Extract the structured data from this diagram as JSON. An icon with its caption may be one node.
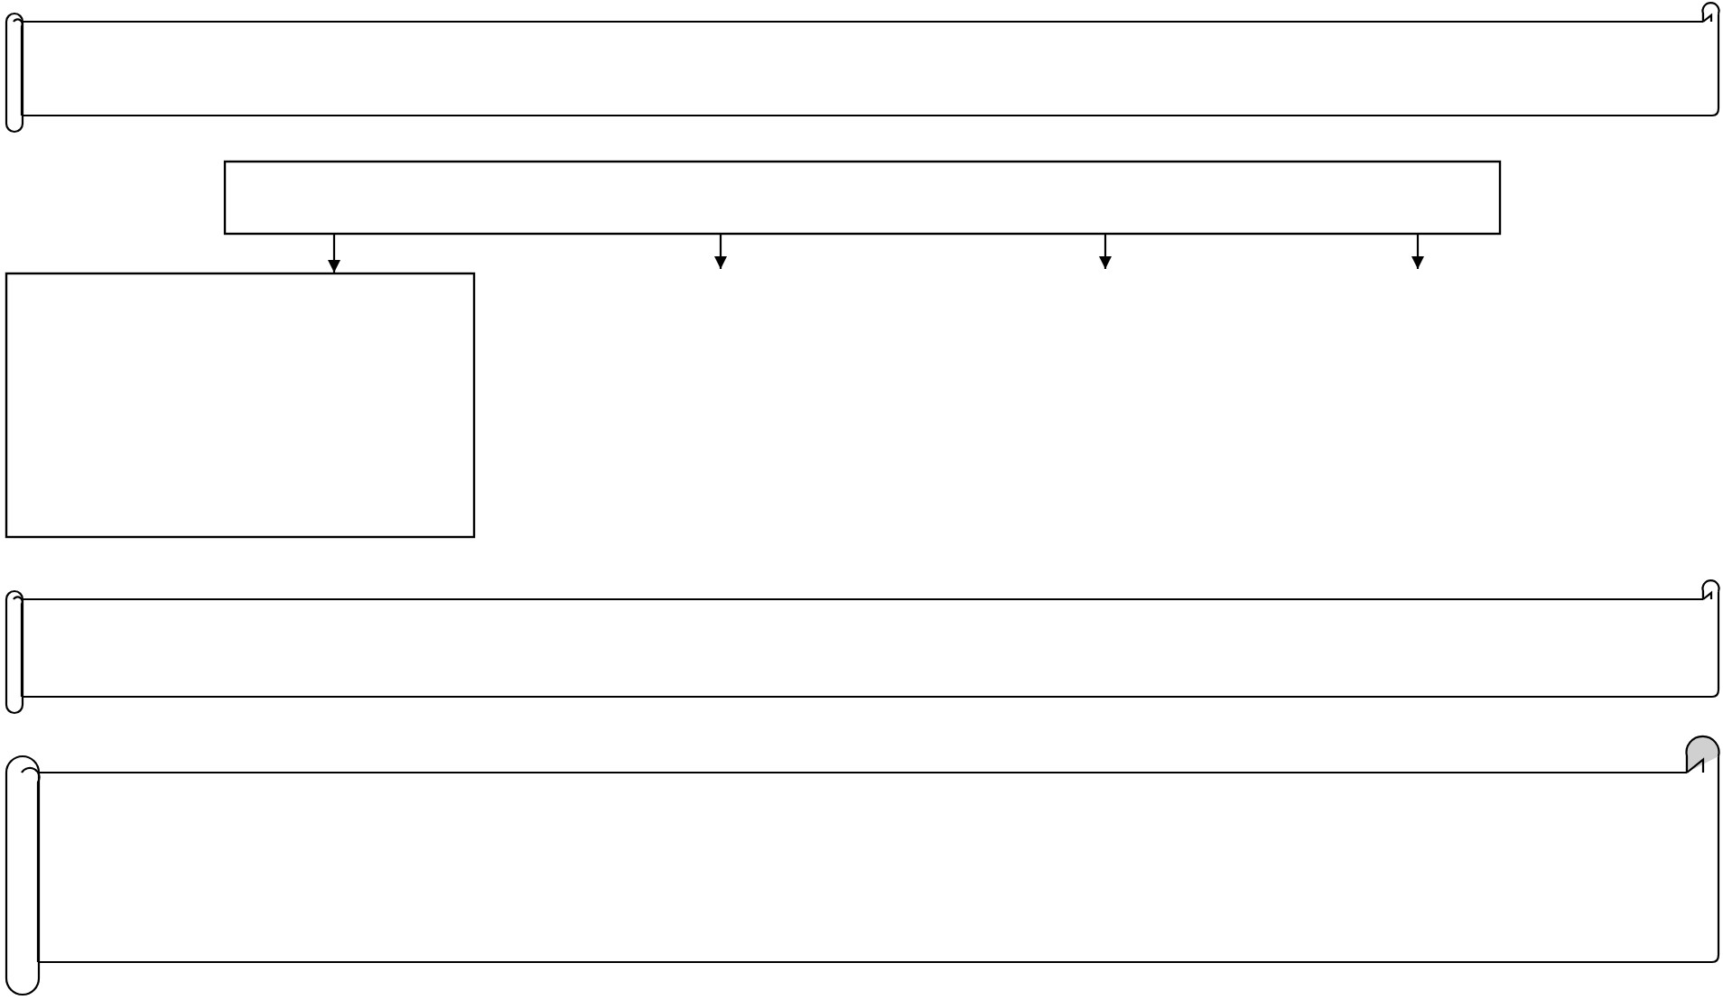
{
  "diagram": {
    "nodes": [
      {
        "text": [],
        "shape": "scroll"
      },
      {
        "text": [],
        "shape": "box"
      },
      {
        "text": [],
        "shape": "box"
      },
      {
        "text": [],
        "shape": "scroll"
      },
      {
        "text": [],
        "shape": "scroll"
      }
    ],
    "edges": [
      {
        "from": 1,
        "to": 2,
        "arrow": "to"
      },
      {
        "from": 1,
        "to": null,
        "arrow": "to"
      },
      {
        "from": 1,
        "to": null,
        "arrow": "to"
      },
      {
        "from": 1,
        "to": null,
        "arrow": "to"
      }
    ]
  }
}
